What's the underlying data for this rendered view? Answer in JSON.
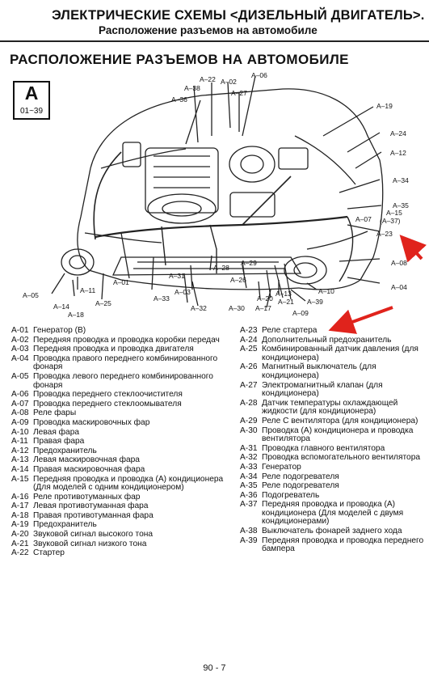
{
  "header": {
    "title": "ЭЛЕКТРИЧЕСКИЕ СХЕМЫ <ДИЗЕЛЬНЫЙ ДВИГАТЕЛЬ>.",
    "subtitle": "Расположение разъемов на автомобиле"
  },
  "section_title": "РАСПОЛОЖЕНИЕ РАЗЪЕМОВ НА АВТОМОБИЛЕ",
  "section_box": {
    "letter": "A",
    "range": "01~39"
  },
  "callouts": [
    "A–38",
    "A–22",
    "A–02",
    "A–06",
    "A–36",
    "A–27",
    "A–19",
    "A–24",
    "A–12",
    "A–34",
    "A–35",
    "A–07",
    "(A–37)",
    "A–15",
    "A–23",
    "A–08",
    "A–04",
    "A–10",
    "A–39",
    "A–09",
    "A–21",
    "A–13",
    "A–17",
    "A–30",
    "A–20",
    "A–26",
    "A–29",
    "A–28",
    "A–31",
    "A–03",
    "A–32",
    "A–01",
    "A–33",
    "A–25",
    "A–11",
    "A–05",
    "A–14",
    "A–18"
  ],
  "legend_left": [
    {
      "code": "A-01",
      "text": "Генератор (B)"
    },
    {
      "code": "A-02",
      "text": "Передняя проводка и проводка коробки передач"
    },
    {
      "code": "A-03",
      "text": "Передняя проводка и проводка двигателя"
    },
    {
      "code": "A-04",
      "text": "Проводка правого переднего комбинированного фонаря"
    },
    {
      "code": "A-05",
      "text": "Проводка левого переднего комбинированного фонаря"
    },
    {
      "code": "A-06",
      "text": "Проводка переднего стеклоочистителя"
    },
    {
      "code": "A-07",
      "text": "Проводка переднего стеклоомывателя"
    },
    {
      "code": "A-08",
      "text": "Реле фары"
    },
    {
      "code": "A-09",
      "text": "Проводка маскировочных фар"
    },
    {
      "code": "A-10",
      "text": "Левая фара"
    },
    {
      "code": "A-11",
      "text": "Правая фара"
    },
    {
      "code": "A-12",
      "text": "Предохранитель"
    },
    {
      "code": "A-13",
      "text": "Левая маскировочная фара"
    },
    {
      "code": "A-14",
      "text": "Правая маскировочная фара"
    },
    {
      "code": "A-15",
      "text": "Передняя проводка и проводка (А) кондиционера (Для моделей с одним кондиционером)"
    },
    {
      "code": "A-16",
      "text": "Реле противотуманных фар"
    },
    {
      "code": "A-17",
      "text": "Левая противотуманная фара"
    },
    {
      "code": "A-18",
      "text": "Правая противотуманная фара"
    },
    {
      "code": "A-19",
      "text": "Предохранитель"
    },
    {
      "code": "A-20",
      "text": "Звуковой сигнал высокого тона"
    },
    {
      "code": "A-21",
      "text": "Звуковой сигнал низкого тона"
    },
    {
      "code": "A-22",
      "text": "Стартер"
    }
  ],
  "legend_right": [
    {
      "code": "A-23",
      "text": "Реле стартера"
    },
    {
      "code": "A-24",
      "text": "Дополнительный предохранитель"
    },
    {
      "code": "A-25",
      "text": "Комбинированный датчик давления (для кондиционера)"
    },
    {
      "code": "A-26",
      "text": "Магнитный выключатель (для кондиционера)"
    },
    {
      "code": "A-27",
      "text": "Электромагнитный клапан (для кондиционера)"
    },
    {
      "code": "A-28",
      "text": "Датчик температуры охлаждающей жидкости (для кондиционера)"
    },
    {
      "code": "A-29",
      "text": "Реле С вентилятора (для кондиционера)"
    },
    {
      "code": "A-30",
      "text": "Проводка (А) кондиционера и проводка вентилятора"
    },
    {
      "code": "A-31",
      "text": "Проводка главного вентилятора"
    },
    {
      "code": "A-32",
      "text": "Проводка вспомогательного вентилятора"
    },
    {
      "code": "A-33",
      "text": "Генератор"
    },
    {
      "code": "A-34",
      "text": "Реле подогревателя"
    },
    {
      "code": "A-35",
      "text": "Реле подогревателя"
    },
    {
      "code": "A-36",
      "text": "Подогреватель"
    },
    {
      "code": "A-37",
      "text": "Передняя проводка и проводка (А) кондиционера (Для моделей с двумя кондиционерами)"
    },
    {
      "code": "A-38",
      "text": "Выключатель фонарей заднего хода"
    },
    {
      "code": "A-39",
      "text": "Передняя проводка и проводка переднего бампера"
    }
  ],
  "page_number": "90 - 7",
  "colors": {
    "ink": "#111111",
    "arrow": "#e0231c",
    "paper": "#ffffff"
  }
}
